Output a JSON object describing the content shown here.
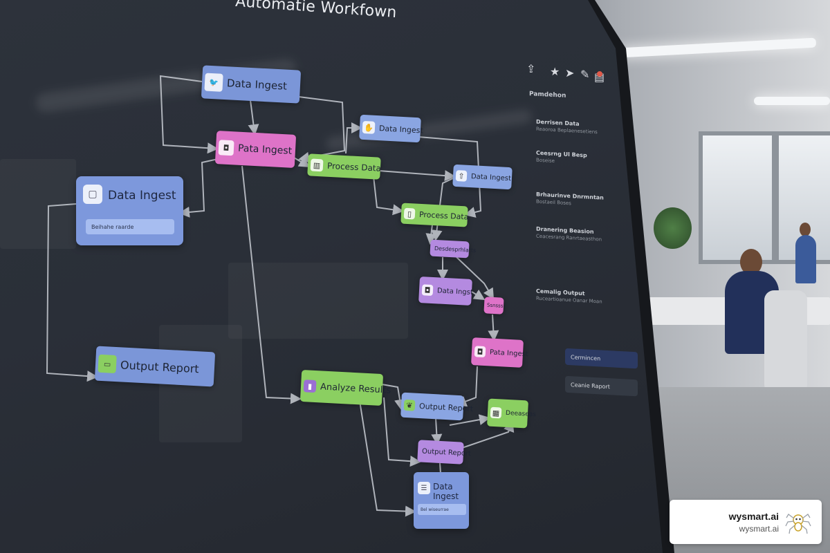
{
  "window": {
    "title": "Automatie Workfown"
  },
  "toolbar": {
    "icons": [
      "share-icon",
      "star-icon",
      "send-icon",
      "edit-icon",
      "notification-icon"
    ]
  },
  "panel": {
    "heading": "Pamdehon",
    "sections": [
      {
        "title": "Derrisen Data",
        "subtitle": "Reaoroa Beplaenesetiens"
      },
      {
        "title": "Ceesrng Ul Besp",
        "subtitle": "Boseise"
      },
      {
        "title": "Brhaurinve Dnrmntan",
        "subtitle": "Bostaeil Boses"
      },
      {
        "title": "Dranering Beasion",
        "subtitle": "Ceacesrang Ranrtaeasthon"
      },
      {
        "title": "Cemalig Output",
        "subtitle": "Ruceartioanue Oanar Moan"
      }
    ],
    "buttons": [
      {
        "label": "Cermincen",
        "color": "#2c3a63"
      },
      {
        "label": "Ceanie Raport",
        "color": "#343a44"
      }
    ]
  },
  "workflow": {
    "nodes": {
      "n1": {
        "label": "Data Ingest",
        "icon": "twitter-icon",
        "color": "#7b96d8"
      },
      "n2": {
        "label": "Pata Ingest",
        "icon": "camera-icon",
        "color": "#de73c8"
      },
      "n3": {
        "label": "Data Ingest",
        "icon": "hand-icon",
        "color": "#8aa5e2"
      },
      "n4": {
        "label": "Process Data",
        "icon": "chart-icon",
        "color": "#8bcf61"
      },
      "n5": {
        "label": "Data Ingest",
        "icon": "upload-icon",
        "color": "#8aa5e2"
      },
      "n6": {
        "label": "Process Data",
        "icon": "document-icon",
        "color": "#8bcf61"
      },
      "n7": {
        "label": "Desdesprhlatts",
        "color": "#b48ae0"
      },
      "n8": {
        "label": "Data Ingst",
        "icon": "camera-icon",
        "color": "#b48ae0"
      },
      "n9": {
        "label": "Ssnsss",
        "color": "#de73c8"
      },
      "n10": {
        "label": "Pata Ingest",
        "icon": "camera-icon",
        "color": "#de73c8"
      },
      "n11": {
        "label": "Analyze Results",
        "icon": "bar-icon",
        "color": "#8bcf61"
      },
      "n12": {
        "label": "Output Report",
        "icon": "leaf-icon",
        "color": "#8aa5e2"
      },
      "n13": {
        "label": "Deeaseas",
        "icon": "grid-icon",
        "color": "#8bcf61"
      },
      "n14": {
        "label": "Output Report",
        "color": "#b48ae0"
      },
      "n15": {
        "label": "Output Report",
        "icon": "chat-icon",
        "color": "#7b96d8"
      }
    },
    "big_node": {
      "label": "Data Ingest",
      "sub": "Beihahe raarde",
      "icon": "window-icon"
    },
    "bottom_node": {
      "label": "Data Ingest",
      "sub": "Bel wiseurrae",
      "icon": "list-icon"
    }
  },
  "brand": {
    "name": "wysmart.ai",
    "url": "wysmart.ai",
    "logo": "spider-logo-icon"
  }
}
